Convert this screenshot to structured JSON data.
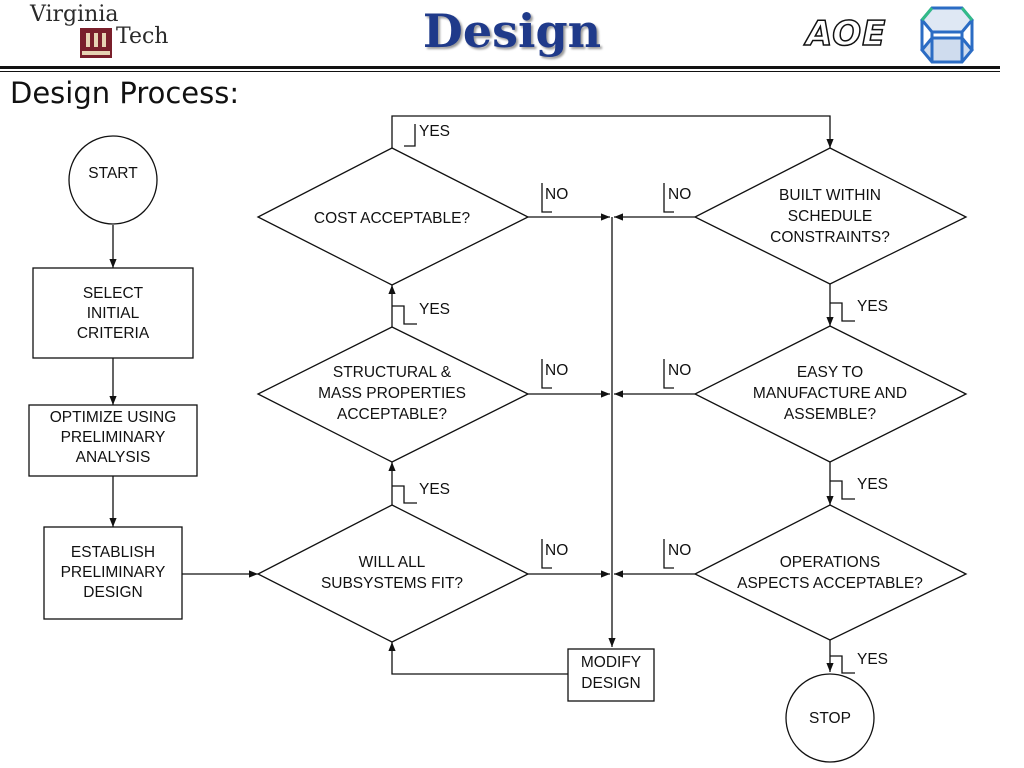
{
  "header": {
    "logo_text_1": "Virginia",
    "logo_text_2": "Tech",
    "title": "Design",
    "brand": "AOE"
  },
  "subtitle": "Design Process:",
  "flowchart": {
    "start": "START",
    "stop": "STOP",
    "select_criteria": [
      "SELECT",
      "INITIAL",
      "CRITERIA"
    ],
    "optimize": [
      "OPTIMIZE USING",
      "PRELIMINARY",
      "ANALYSIS"
    ],
    "establish": [
      "ESTABLISH",
      "PRELIMINARY",
      "DESIGN"
    ],
    "modify": [
      "MODIFY",
      "DESIGN"
    ],
    "q_subsystems": [
      "WILL ALL",
      "SUBSYSTEMS FIT?"
    ],
    "q_structural": [
      "STRUCTURAL &",
      "MASS PROPERTIES",
      "ACCEPTABLE?"
    ],
    "q_cost": [
      "COST ACCEPTABLE?"
    ],
    "q_schedule": [
      "BUILT WITHIN",
      "SCHEDULE",
      "CONSTRAINTS?"
    ],
    "q_manufacture": [
      "EASY TO",
      "MANUFACTURE AND",
      "ASSEMBLE?"
    ],
    "q_operations": [
      "OPERATIONS",
      "ASPECTS ACCEPTABLE?"
    ],
    "yes": "YES",
    "no": "NO"
  }
}
